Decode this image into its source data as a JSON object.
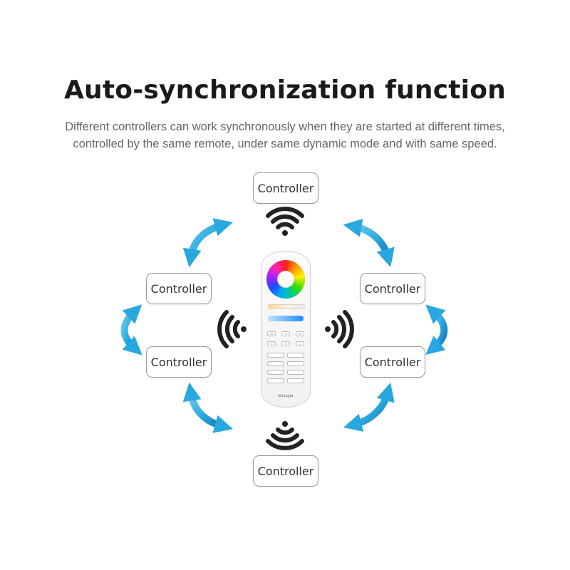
{
  "header": {
    "title": "Auto-synchronization function",
    "subtitle_line1": "Different controllers can work synchronously when they are started at different times,",
    "subtitle_line2": "controlled by the same remote, under same dynamic mode and with same speed."
  },
  "controllers": {
    "top": "Controller",
    "upper_left": "Controller",
    "upper_right": "Controller",
    "lower_left": "Controller",
    "lower_right": "Controller",
    "bottom": "Controller"
  },
  "remote": {
    "brand": "Mi·Light",
    "key_labels": [
      "ON",
      "W",
      "OFF",
      "S-",
      "M",
      "S+"
    ]
  },
  "colors": {
    "arrow": "#29a8e0",
    "arrow_dark": "#1577b8",
    "wifi": "#222222"
  },
  "icons": [
    "wifi-signal-icon",
    "sync-arrow-icon",
    "remote-control-icon",
    "color-wheel-icon"
  ]
}
